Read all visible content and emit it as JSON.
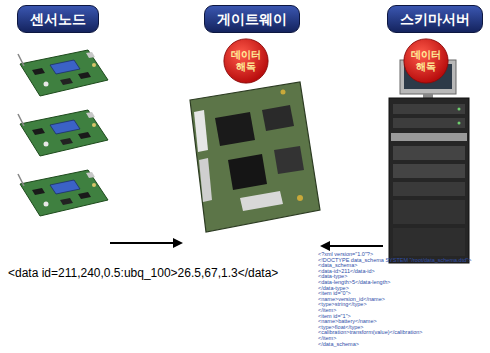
{
  "diagram": {
    "nodes": [
      {
        "text": [
          "센서노드"
        ]
      },
      {
        "text": [
          "게이트웨이"
        ]
      },
      {
        "text": [
          "데이터 해독"
        ],
        "in": 1
      },
      {
        "text": [
          "스키마서버"
        ]
      },
      {
        "text": [
          "데이터 해독"
        ],
        "in": 3
      }
    ],
    "edges": [
      {
        "from": 0,
        "to": 1,
        "arrow": "to"
      },
      {
        "from": 3,
        "to": 1,
        "arrow": "to"
      }
    ],
    "labels": [
      "<data id=211,240,0.5:ubq_100>26.5,67,1.3</data>",
      "<?xml version=\"1.0\"?>",
      "<!DOCTYPE data_schema SYSTEM \"/root/data_schema.dtd\">",
      "<data_schema>",
      "<data-id>211</data-id>",
      "<data-type>",
      "<data-length>5</data-length>",
      "</data-type>",
      "<item id=\"0\">",
      "<name>version_id</name>",
      "<type>string</type>",
      "</item>",
      "<item id=\"1\">",
      "<name>battery</name>",
      "<type>float</type>",
      "<calibration>transform(value)</calibration>",
      "</item>",
      "</data_schema>"
    ]
  }
}
